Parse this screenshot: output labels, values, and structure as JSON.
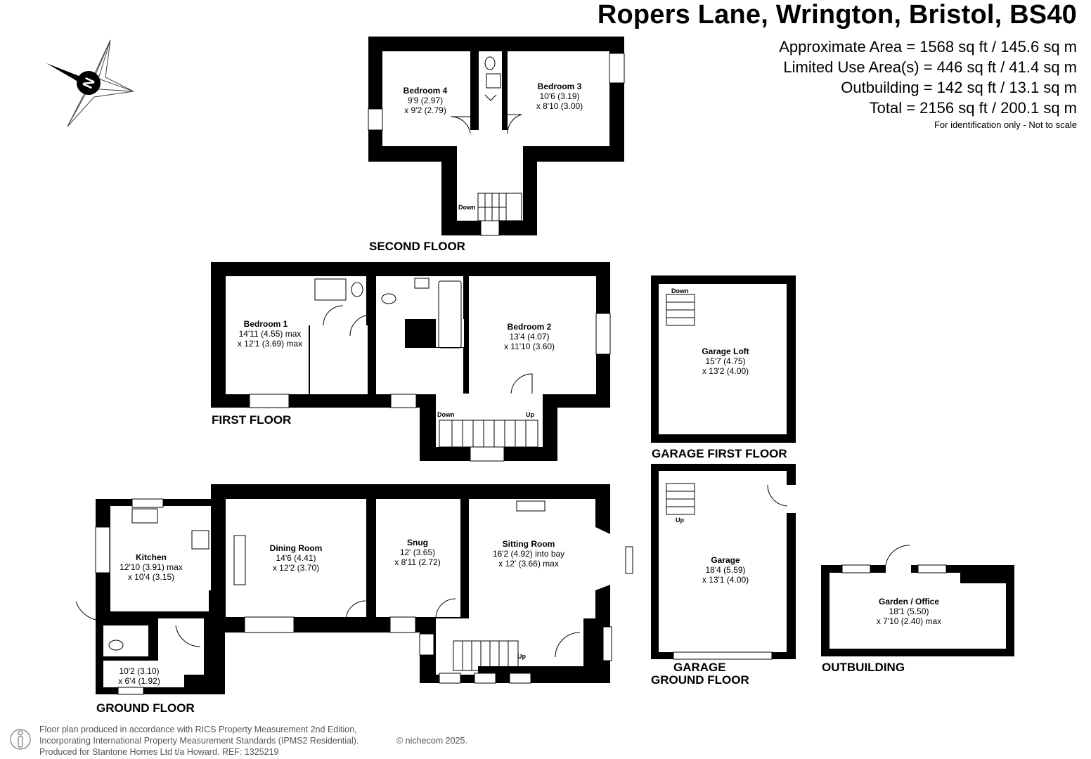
{
  "header": {
    "title": "Ropers Lane, Wrington, Bristol, BS40",
    "approx_area": "Approximate Area = 1568 sq ft / 145.6 sq m",
    "limited_use": "Limited Use Area(s) = 446 sq ft / 41.4 sq m",
    "outbuilding": "Outbuilding = 142 sq ft / 13.1 sq m",
    "total": "Total = 2156 sq ft / 200.1 sq m",
    "disclaimer": "For identification only - Not to scale"
  },
  "compass": {
    "letter": "N",
    "icon": "north-arrow-icon"
  },
  "floors": {
    "second": "SECOND FLOOR",
    "first": "FIRST FLOOR",
    "ground": "GROUND FLOOR",
    "garage_first": "GARAGE FIRST FLOOR",
    "garage_ground_1": "GARAGE",
    "garage_ground_2": "GROUND FLOOR",
    "outbuilding": "OUTBUILDING"
  },
  "rooms": {
    "bedroom4": {
      "name": "Bedroom 4",
      "d1": "9'9 (2.97)",
      "d2": "x 9'2 (2.79)"
    },
    "bedroom3": {
      "name": "Bedroom 3",
      "d1": "10'6 (3.19)",
      "d2": "x 8'10 (3.00)"
    },
    "bedroom1": {
      "name": "Bedroom 1",
      "d1": "14'11 (4.55) max",
      "d2": "x 12'1 (3.69) max"
    },
    "bedroom2": {
      "name": "Bedroom 2",
      "d1": "13'4 (4.07)",
      "d2": "x 11'10 (3.60)"
    },
    "garage_loft": {
      "name": "Garage Loft",
      "d1": "15'7 (4.75)",
      "d2": "x 13'2 (4.00)"
    },
    "kitchen": {
      "name": "Kitchen",
      "d1": "12'10 (3.91) max",
      "d2": "x 10'4 (3.15)"
    },
    "dining": {
      "name": "Dining Room",
      "d1": "14'6 (4.41)",
      "d2": "x 12'2 (3.70)"
    },
    "snug": {
      "name": "Snug",
      "d1": "12' (3.65)",
      "d2": "x 8'11 (2.72)"
    },
    "sitting": {
      "name": "Sitting Room",
      "d1": "16'2 (4.92) into bay",
      "d2": "x 12' (3.66) max"
    },
    "utility": {
      "d1": "10'2 (3.10)",
      "d2": "x 6'4 (1.92)"
    },
    "garage": {
      "name": "Garage",
      "d1": "18'4 (5.59)",
      "d2": "x 13'1 (4.00)"
    },
    "garden_office": {
      "name": "Garden / Office",
      "d1": "18'1 (5.50)",
      "d2": "x 7'10 (2.40)  max"
    }
  },
  "stairs": {
    "down": "Down",
    "up": "Up"
  },
  "footer": {
    "line1": "Floor plan produced in accordance with RICS Property Measurement 2nd Edition,",
    "line2": "Incorporating International Property Measurement Standards (IPMS2 Residential).",
    "line3": "Produced for Stantone Homes Ltd t/a Howard.   REF: 1325219",
    "copyright": "© nichecom 2025."
  }
}
